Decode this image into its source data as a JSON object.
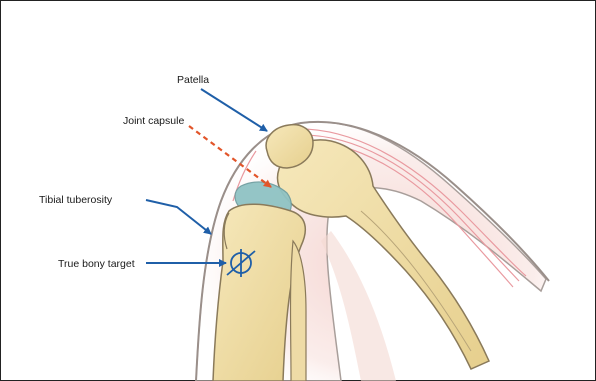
{
  "figure": {
    "labels": {
      "patella": "Patella",
      "joint_capsule": "Joint capsule",
      "tibial_tuberosity": "Tibial tuberosity",
      "true_bony_target": "True bony target"
    },
    "colors": {
      "arrow_blue": "#1f5fa8",
      "arrow_orange_dashed": "#e2552a",
      "bone": "#efdca3",
      "bone_outline": "#8a7a5a",
      "joint_capsule": "#8fc3c4",
      "soft_tissue": "#f7d9d6",
      "tendon_line": "#e99aa0",
      "target_icon": "#1f5fa8"
    },
    "icons": [
      "crosshair-target-icon"
    ]
  }
}
